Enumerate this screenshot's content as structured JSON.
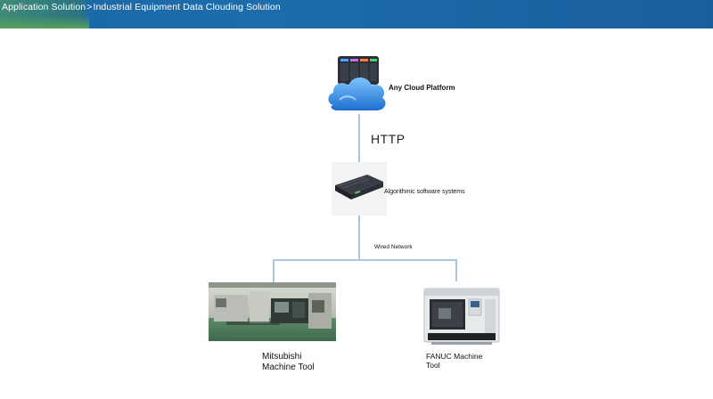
{
  "breadcrumb": {
    "root": "Application Solution",
    "separator": ">",
    "current": "Industrial Equipment Data Clouding Solution"
  },
  "diagram": {
    "cloud": {
      "label": "Any Cloud Platform",
      "icon": "cloud-server-icon"
    },
    "link_top": {
      "label": "HTTP"
    },
    "server": {
      "label": "Algorithmic software systems",
      "icon": "rack-server-icon"
    },
    "link_bottom": {
      "label": "Wired Network"
    },
    "machines": [
      {
        "label_line1": "Mitsubishi",
        "label_line2": "Machine Tool",
        "icon": "factory-floor-photo"
      },
      {
        "label_line1": "FANUC Machine",
        "label_line2": "Tool",
        "icon": "cnc-lathe-photo"
      }
    ]
  },
  "colors": {
    "header_blue": "#1d6cab",
    "header_green": "#5aa05a",
    "connector": "#a9c4df",
    "cloud_blue": "#2f8fe0"
  }
}
